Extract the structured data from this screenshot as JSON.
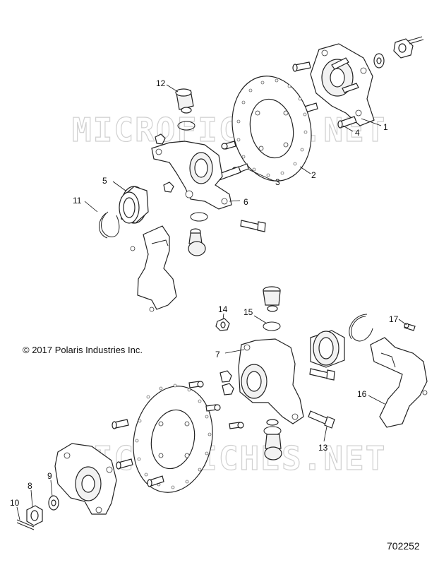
{
  "copyright": "© 2017 Polaris Industries Inc.",
  "drawing_number": "702252",
  "watermark": "MICROFICHES.NET",
  "callouts": [
    "1",
    "2",
    "3",
    "4",
    "5",
    "6",
    "7",
    "8",
    "9",
    "10",
    "11",
    "12",
    "13",
    "14",
    "15",
    "16",
    "17"
  ],
  "colors": {
    "line": "#222222",
    "watermark": "#d0d0d0"
  }
}
